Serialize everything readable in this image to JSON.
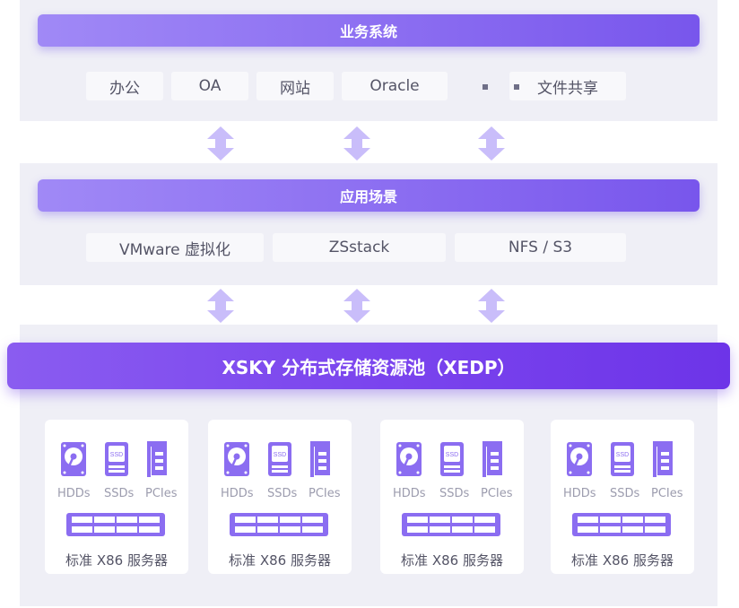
{
  "business": {
    "title": "业务系统",
    "items": [
      "办公",
      "OA",
      "网站",
      "Oracle",
      "文件共享"
    ]
  },
  "application": {
    "title": "应用场景",
    "items": [
      "VMware 虚拟化",
      "ZSstack",
      "NFS / S3"
    ]
  },
  "pool": {
    "title": "XSKY 分布式存储资源池（XEDP）"
  },
  "servers": [
    {
      "hdd": "HDDs",
      "ssd": "SSDs",
      "pcie": "PCIes",
      "ssd_tag": "SSD",
      "title": "标准 X86 服务器"
    },
    {
      "hdd": "HDDs",
      "ssd": "SSDs",
      "pcie": "PCIes",
      "ssd_tag": "SSD",
      "title": "标准 X86 服务器"
    },
    {
      "hdd": "HDDs",
      "ssd": "SSDs",
      "pcie": "PCIes",
      "ssd_tag": "SSD",
      "title": "标准 X86 服务器"
    },
    {
      "hdd": "HDDs",
      "ssd": "SSDs",
      "pcie": "PCIes",
      "ssd_tag": "SSD",
      "title": "标准 X86 服务器"
    }
  ],
  "colors": {
    "accent": "#7b45ee",
    "arrow": "#c9bdfa",
    "icon": "#8b6df1",
    "panel": "#efeff6"
  }
}
